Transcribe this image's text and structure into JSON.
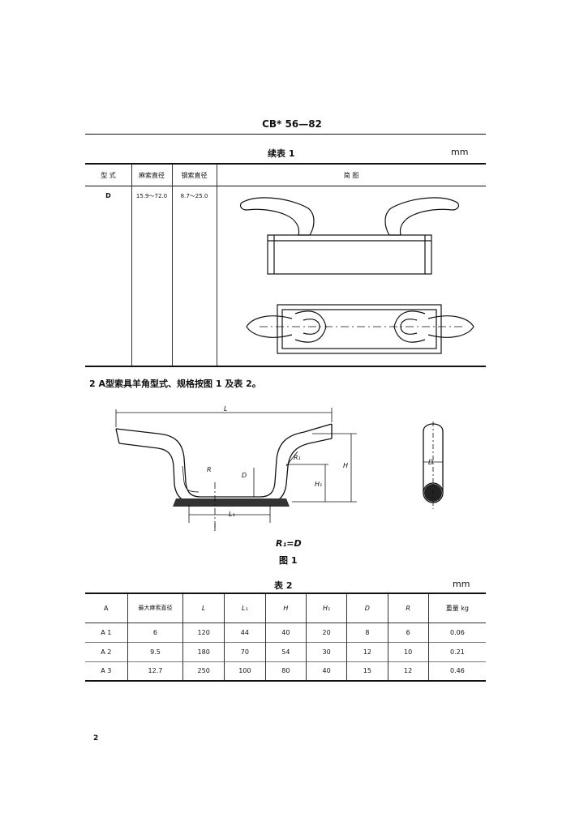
{
  "header": {
    "code": "CB* 56—82"
  },
  "table1": {
    "caption": "续表 1",
    "unit": "mm",
    "headers": [
      "型 式",
      "麻索直径",
      "钢索直径",
      "简 图"
    ],
    "row": {
      "type": "D",
      "hemp": "15.9～72.0",
      "steel": "8.7～25.0"
    }
  },
  "section2": {
    "text": "2  A型索具羊角型式、规格按图 1 及表 2。"
  },
  "figure1": {
    "labels": {
      "L": "L",
      "R": "R",
      "D": "D",
      "H": "H",
      "H1": "H₁",
      "R1": "R₁",
      "L1": "L₁",
      "D2": "D"
    },
    "formula": "R₁=D",
    "title": "图 1"
  },
  "table2": {
    "caption": "表 2",
    "unit": "mm",
    "headers": [
      "A",
      "最大麻索直径",
      "L",
      "L₁",
      "H",
      "H₁",
      "D",
      "R",
      "重量 kg"
    ],
    "rows": [
      [
        "A 1",
        "6",
        "120",
        "44",
        "40",
        "20",
        "8",
        "6",
        "0.06"
      ],
      [
        "A 2",
        "9.5",
        "180",
        "70",
        "54",
        "30",
        "12",
        "10",
        "0.21"
      ],
      [
        "A 3",
        "12.7",
        "250",
        "100",
        "80",
        "40",
        "15",
        "12",
        "0.46"
      ]
    ]
  },
  "footer": {
    "page_number": "2"
  }
}
